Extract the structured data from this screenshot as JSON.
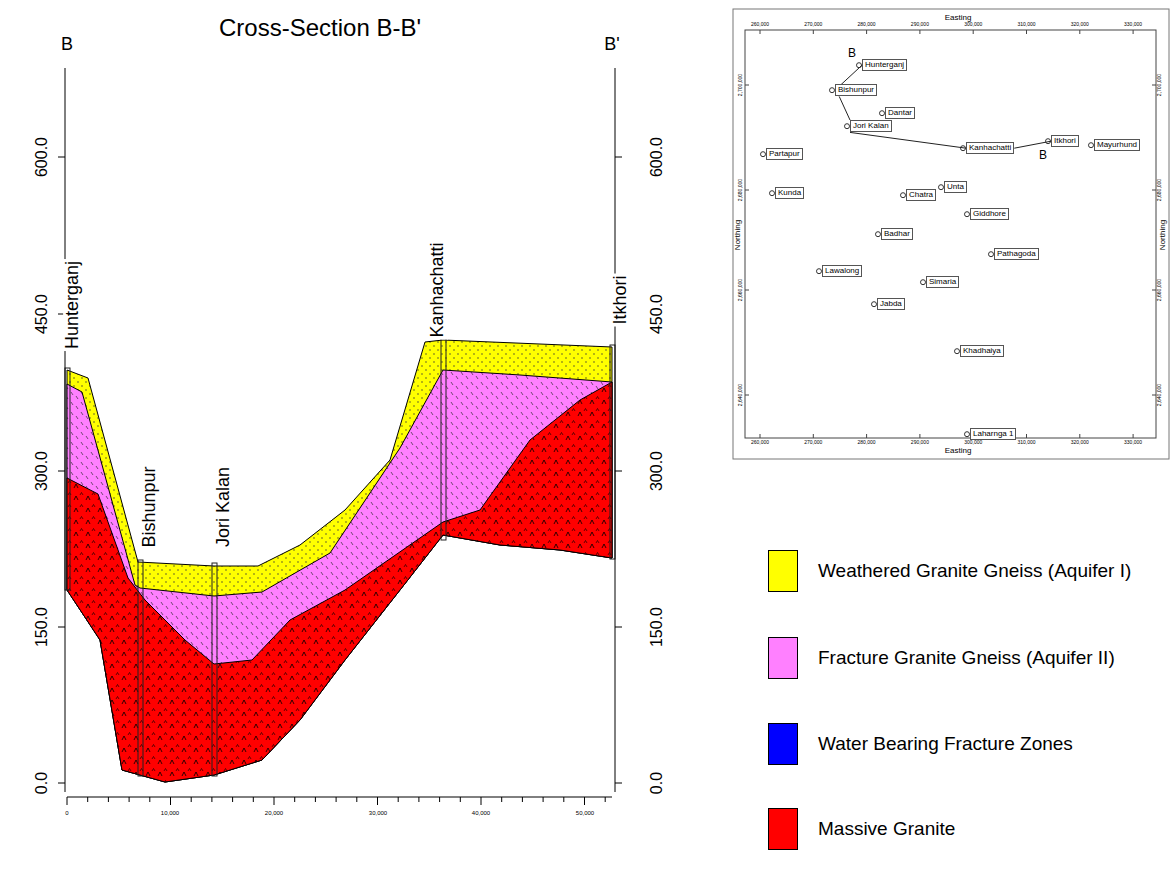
{
  "diagram": {
    "title": "Cross-Section B-B'",
    "nodes": [
      {
        "text": [
          "Hunterganj"
        ]
      },
      {
        "text": [
          "Bishunpur"
        ]
      },
      {
        "text": [
          "Dantar"
        ]
      },
      {
        "text": [
          "Jori Kalan"
        ]
      },
      {
        "text": [
          "Itkhori"
        ]
      },
      {
        "text": [
          "Mayurhund"
        ]
      },
      {
        "text": [
          "Kanhachatti"
        ]
      },
      {
        "text": [
          "Partapur"
        ]
      },
      {
        "text": [
          "Unta"
        ]
      },
      {
        "text": [
          "Kunda"
        ]
      },
      {
        "text": [
          "Chatra"
        ]
      },
      {
        "text": [
          "Giddhore"
        ]
      },
      {
        "text": [
          "Badhar"
        ]
      },
      {
        "text": [
          "Pathagoda"
        ]
      },
      {
        "text": [
          "Lawalong"
        ]
      },
      {
        "text": [
          "Simaria"
        ]
      },
      {
        "text": [
          "Jabda"
        ]
      },
      {
        "text": [
          "Khadhaiya"
        ]
      },
      {
        "text": [
          "Laharnga  1"
        ]
      }
    ],
    "edges": [
      {
        "from": 0,
        "to": 1,
        "arrow": "none"
      },
      {
        "from": 1,
        "to": 3,
        "arrow": "none"
      },
      {
        "from": 3,
        "to": 6,
        "arrow": "none"
      },
      {
        "from": 6,
        "to": 4,
        "arrow": "none"
      }
    ],
    "labels": [
      "B",
      "B'",
      "600.0",
      "450.0",
      "300.0",
      "150.0",
      "0.0",
      "600.0",
      "450.0",
      "300.0",
      "150.0",
      "0.0",
      "Hunterganj",
      "Bishunpur",
      "Jori Kalan",
      "Kanhachatti",
      "Itkhori",
      "0",
      "10,000",
      "20,000",
      "30,000",
      "40,000",
      "50,000",
      "Easting",
      "Easting",
      "Northing",
      "Northing",
      "260,000",
      "270,000",
      "280,000",
      "290,000",
      "300,000",
      "310,000",
      "320,000",
      "330,000",
      "260,000",
      "270,000",
      "280,000",
      "290,000",
      "300,000",
      "310,000",
      "320,000",
      "330,000",
      "2,700,000",
      "2,680,000",
      "2,660,000",
      "2,640,000",
      "2,700,000",
      "2,680,000",
      "2,660,000",
      "2,640,000",
      "B",
      "B"
    ],
    "legend": [
      {
        "text": "Weathered Granite Gneiss (Aquifer I)",
        "color": "#ffff00"
      },
      {
        "text": "Fracture Granite Gneiss (Aquifer II)",
        "color": "#ff80ff"
      },
      {
        "text": "Water Bearing Fracture Zones",
        "color": "#0000ff"
      },
      {
        "text": "Massive Granite",
        "color": "#ff0000"
      }
    ]
  }
}
